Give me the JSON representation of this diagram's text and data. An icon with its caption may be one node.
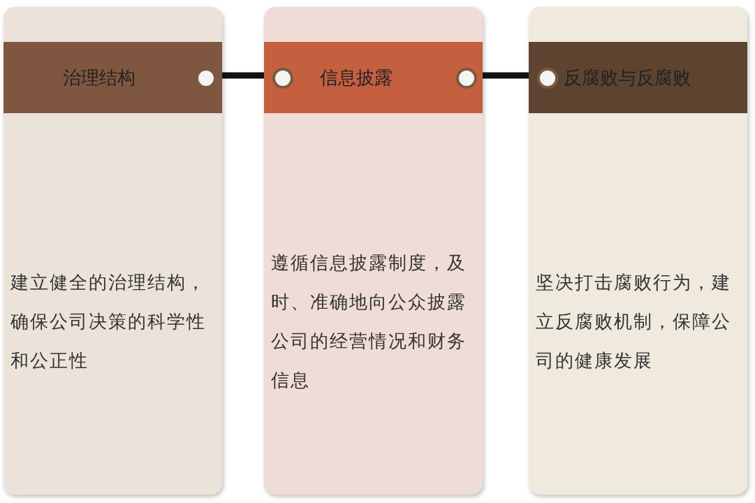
{
  "diagram": {
    "nodes": [
      {
        "text": [
          "治理结构",
          "建立健全的治理结构，确保公司决策的科学性和公正性"
        ]
      },
      {
        "text": [
          "信息披露",
          "遵循信息披露制度，及时、准确地向公众披露公司的经营情况和财务信息"
        ]
      },
      {
        "text": [
          "反腐败与反腐败",
          "坚决打击腐败行为，建立反腐败机制，保障公司的健康发展"
        ]
      }
    ],
    "edges": [
      {
        "from": 0,
        "to": 1,
        "arrow": "none"
      },
      {
        "from": 1,
        "to": 2,
        "arrow": "none"
      }
    ]
  }
}
